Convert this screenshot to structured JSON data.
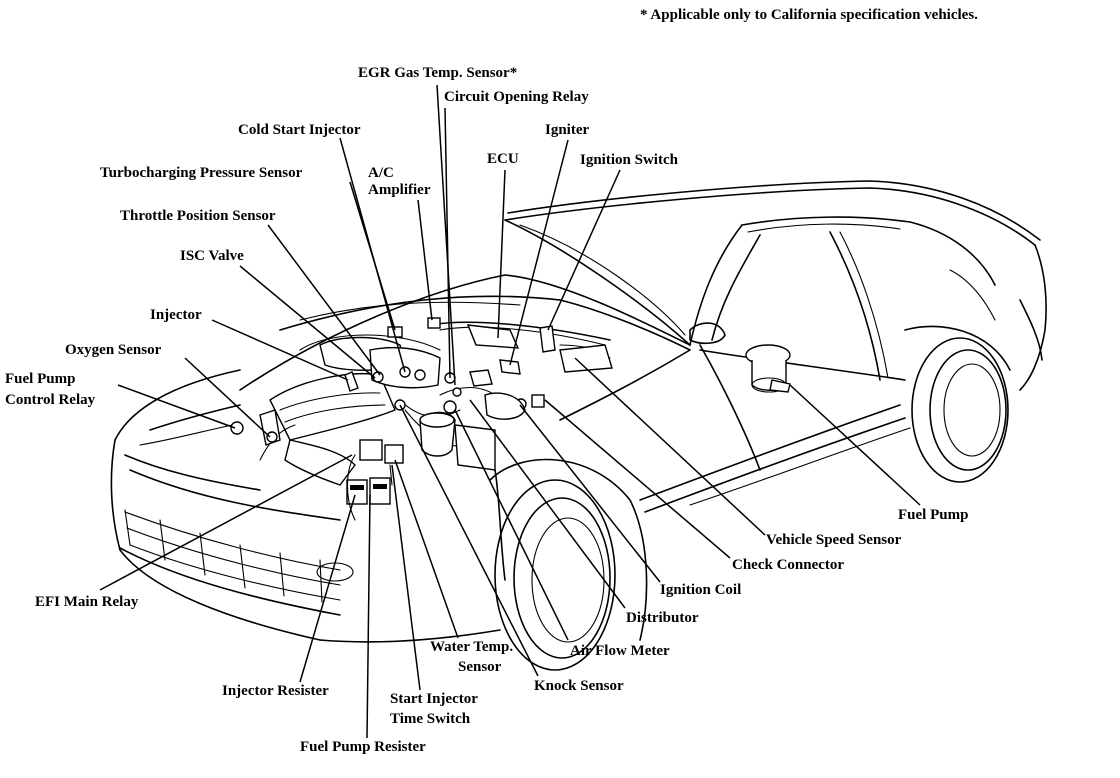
{
  "note": "* Applicable only to California specification vehicles.",
  "labels": {
    "egr_gas_temp_sensor": "EGR Gas Temp. Sensor*",
    "circuit_opening_relay": "Circuit Opening Relay",
    "cold_start_injector": "Cold Start Injector",
    "igniter": "Igniter",
    "ecu": "ECU",
    "ignition_switch": "Ignition Switch",
    "turbocharging_pressure_sensor": "Turbocharging Pressure Sensor",
    "ac_amplifier_1": "A/C",
    "ac_amplifier_2": "Amplifier",
    "throttle_position_sensor": "Throttle Position Sensor",
    "isc_valve": "ISC Valve",
    "injector": "Injector",
    "oxygen_sensor": "Oxygen Sensor",
    "fuel_pump_control_relay_1": "Fuel Pump",
    "fuel_pump_control_relay_2": "Control Relay",
    "fuel_pump": "Fuel Pump",
    "vehicle_speed_sensor": "Vehicle Speed Sensor",
    "check_connector": "Check Connector",
    "ignition_coil": "Ignition Coil",
    "distributor": "Distributor",
    "air_flow_meter": "Air Flow Meter",
    "knock_sensor": "Knock Sensor",
    "water_temp_sensor_1": "Water Temp.",
    "water_temp_sensor_2": "Sensor",
    "start_injector_time_switch_1": "Start Injector",
    "start_injector_time_switch_2": "Time Switch",
    "fuel_pump_resister": "Fuel Pump Resister",
    "injector_resister": "Injector Resister",
    "efi_main_relay": "EFI Main Relay"
  }
}
